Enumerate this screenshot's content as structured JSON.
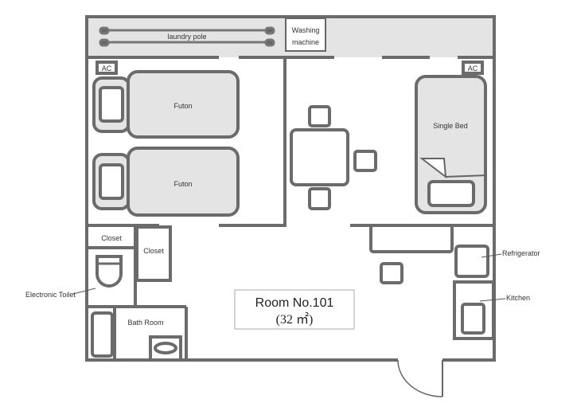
{
  "labels": {
    "laundry_pole": "laundry pole",
    "washing_1": "Washing",
    "washing_2": "machine",
    "ac_left": "AC",
    "ac_right": "AC",
    "futon_1": "Futon",
    "futon_2": "Futon",
    "single_bed": "Single Bed",
    "closet_1": "Closet",
    "closet_2": "Closet",
    "toilet": "Electronic Toilet",
    "bath": "Bath Room",
    "refrigerator": "Refrigerator",
    "kitchen": "Kitchen",
    "room_no": "Room No.101",
    "room_area": "(32 ㎡)"
  }
}
